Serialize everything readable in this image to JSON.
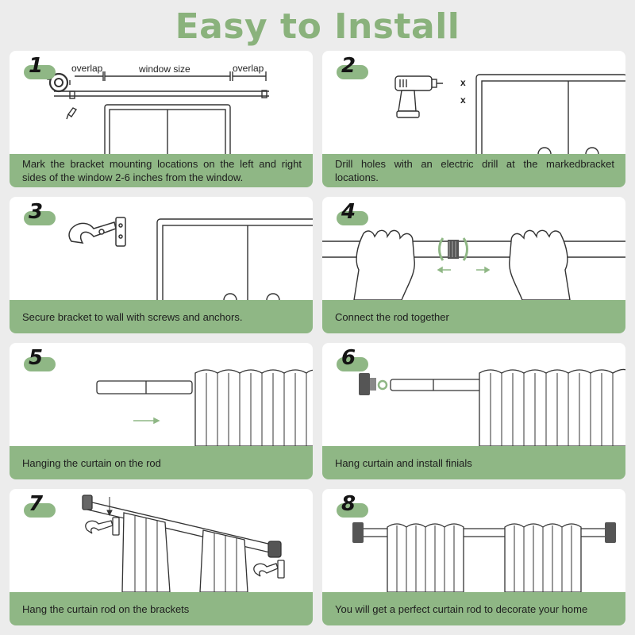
{
  "title": "Easy to Install",
  "accent_color": "#8fb785",
  "title_color": "#8ab27c",
  "steps": [
    {
      "number": "1",
      "caption": "Mark the bracket mounting locations on the left and right sides of the window 2-6 inches from the window.",
      "labels": {
        "overlap_left": "overlap",
        "window_size": "window size",
        "overlap_right": "overlap"
      }
    },
    {
      "number": "2",
      "caption": "Drill holes with an electric drill at the markedbracket locations.",
      "labels": {
        "mark_1": "x",
        "mark_2": "x"
      }
    },
    {
      "number": "3",
      "caption": "Secure bracket to wall with screws and anchors."
    },
    {
      "number": "4",
      "caption": "Connect the rod together"
    },
    {
      "number": "5",
      "caption": "Hanging the curtain on the rod"
    },
    {
      "number": "6",
      "caption": "Hang curtain and install finials"
    },
    {
      "number": "7",
      "caption": "Hang the curtain rod on the brackets"
    },
    {
      "number": "8",
      "caption": "You will get a perfect curtain rod to decorate your home"
    }
  ]
}
